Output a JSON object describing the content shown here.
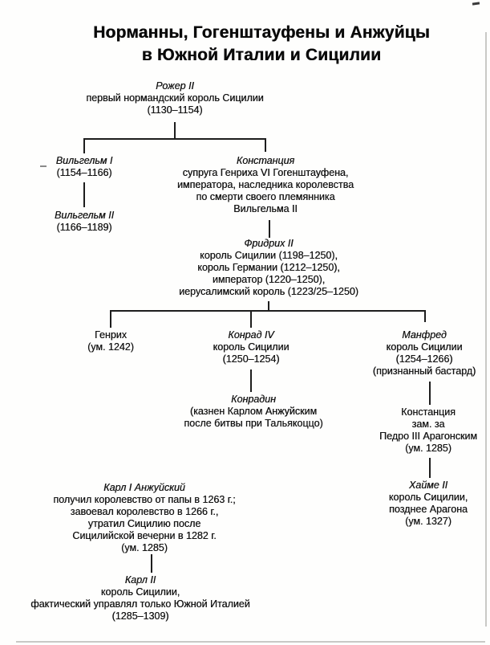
{
  "title": {
    "line1": "Норманны, Гогенштауфены и Анжуйцы",
    "line2": "в Южной Италии и Сицилии"
  },
  "nodes": {
    "roger2": {
      "name": "Рожер II",
      "details": [
        "первый нормандский король Сицилии",
        "(1130–1154)"
      ]
    },
    "wilhelm1": {
      "name": "Вильгельм I",
      "details": [
        "(1154–1166)"
      ]
    },
    "wilhelm2": {
      "name": "Вильгельм II",
      "details": [
        "(1166–1189)"
      ]
    },
    "constance1": {
      "name": "Констанция",
      "details": [
        "супруга Генриха VI Гогенштауфена,",
        "императора, наследника королевства",
        "по смерти своего племянника",
        "Вильгельма II"
      ]
    },
    "friedrich2": {
      "name": "Фридрих II",
      "details": [
        "король Сицилии (1198–1250),",
        "король Германии (1212–1250),",
        "император (1220–1250),",
        "иерусалимский король (1223/25–1250)"
      ]
    },
    "heinrich": {
      "name": "Генрих",
      "details": [
        "(ум. 1242)"
      ]
    },
    "konrad4": {
      "name": "Конрад IV",
      "details": [
        "король Сицилии",
        "(1250–1254)"
      ]
    },
    "manfred": {
      "name": "Манфред",
      "details": [
        "король Сицилии",
        "(1254–1266)",
        "(признанный бастард)"
      ]
    },
    "konradin": {
      "name": "Конрадин",
      "details": [
        "(казнен Карлом Анжуйским",
        "после битвы при Тальякоццо)"
      ]
    },
    "constance2": {
      "name": "Констанция",
      "details": [
        "зам. за",
        "Педро III Арагонским",
        "(ум. 1285)"
      ]
    },
    "jaime2": {
      "name": "Хайме II",
      "details": [
        "король Сицилии,",
        "позднее Арагона",
        "(ум. 1327)"
      ]
    },
    "karl1": {
      "name": "Карл I Анжуйский",
      "details": [
        "получил королевство от папы в 1263 г.;",
        "завоевал королевство в 1266 г.,",
        "утратил Сицилию после",
        "Сицилийской вечерни в 1282 г.",
        "(ум. 1285)"
      ]
    },
    "karl2": {
      "name": "Карл II",
      "details": [
        "король Сицилии,",
        "фактический управлял только Южной Италией",
        "(1285–1309)"
      ]
    }
  }
}
